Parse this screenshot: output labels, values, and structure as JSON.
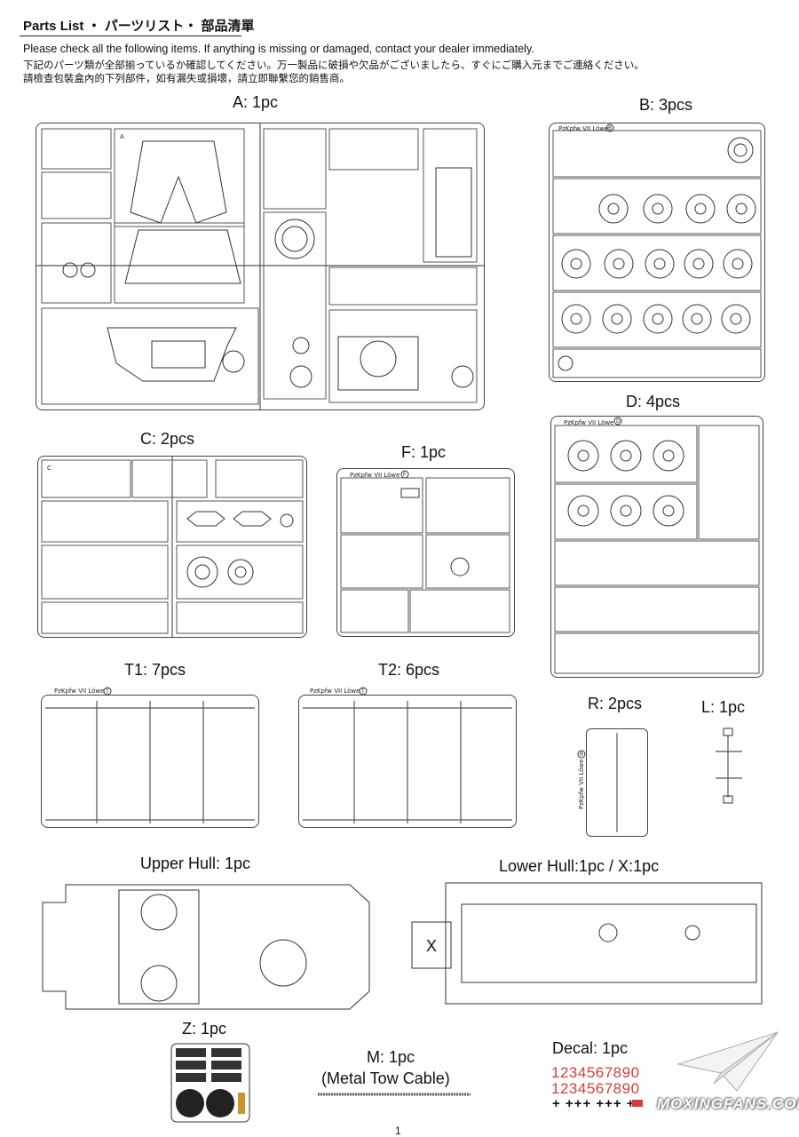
{
  "header": {
    "title": "Parts List ・ パーツリスト・ 部品清單",
    "line_en": "Please check all the following items. If anything is missing or damaged, contact your dealer immediately.",
    "line_ja": "下記のパーツ類が全部揃っているか確認してください。万一製品に破損や欠品がございましたら、すぐにご購入元までご連絡ください。",
    "line_zh": "請檢查包裝盒內的下列部件，如有漏失或損壞，請立即聯繫您的銷售商。"
  },
  "sections": {
    "A": "A: 1pc",
    "B": "B: 3pcs",
    "C": "C: 2pcs",
    "D": "D: 4pcs",
    "F": "F: 1pc",
    "T1": "T1: 7pcs",
    "T2": "T2: 6pcs",
    "R": "R: 2pcs",
    "L": "L: 1pc",
    "upper_hull": "Upper Hull: 1pc",
    "lower_hull": "Lower Hull:1pc / X:1pc",
    "Z": "Z: 1pc",
    "M_line1": "M: 1pc",
    "M_line2": "(Metal Tow Cable)",
    "decal": "Decal: 1pc"
  },
  "sprue_labels": {
    "A_letter": "A",
    "C_letter": "C",
    "kit_name": "PzKpfw VII Löwe",
    "B_badge": "B",
    "D_badge": "D",
    "F_badge": "F",
    "T_badge": "T",
    "R_badge": "R",
    "x_part": "X"
  },
  "decal_sheet": {
    "row1": "1234567890",
    "row2": "1234567890",
    "row3": "+ +++ +++ ++"
  },
  "page_number": "1",
  "watermark": "MOXINGFANS.COM",
  "colors": {
    "decal_red": "#d63b3b",
    "line": "#444444"
  }
}
